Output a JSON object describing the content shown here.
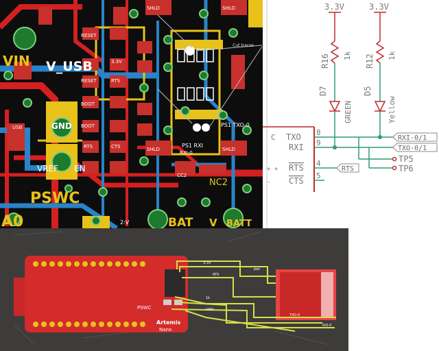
{
  "pcb": {
    "labels": {
      "vin": "VIN",
      "v_usb": "V_USB",
      "gnd": "GND",
      "vref": "VREF",
      "en": "EN",
      "pswc": "PSWC",
      "a0": "A0",
      "bat": "BAT",
      "v": "V",
      "batt": "BATT",
      "nc2": "NC2",
      "reset": "RESET",
      "rts": "RTS",
      "boot": "BOOT",
      "cts": "CTS",
      "shld": "SHLD",
      "ps1_rxi": "PS1 RXI",
      "ps1_txo": "PS1 TXO-0",
      "v33": "3.3V",
      "usb": "USB",
      "two_v": "2:V",
      "ps1_rxi0": "RXI-0",
      "cc2": "CC2",
      "cut_traces": "Cut traces"
    }
  },
  "schematic": {
    "supply1": "3.3V",
    "supply2": "3.3V",
    "r16": "R16",
    "r16_val": "1k",
    "r12": "R12",
    "r12_val": "1k",
    "d7": "D7",
    "d7_color": "GREEN",
    "d5": "D5",
    "d5_color": "Yellow",
    "pin8": "8",
    "pin9": "9",
    "pin4": "4",
    "pin5": "5",
    "txo": "TXO",
    "rxi": "RXI",
    "rts": "RTS",
    "cts": "CTS",
    "c": "C",
    "flag_rxi": "RXI-0/1",
    "flag_txo": "TXO-0/1",
    "flag_rts": "RTS",
    "tp5": "TP5",
    "tp6": "TP6"
  },
  "photo": {
    "board_label1": "Artemis",
    "board_label2": "Nano",
    "pswc": "PSWC",
    "wire_labels": [
      "3.3V",
      "pwr",
      "RTS",
      "1k",
      "GND",
      "TXO-0",
      "RXI-0"
    ]
  }
}
